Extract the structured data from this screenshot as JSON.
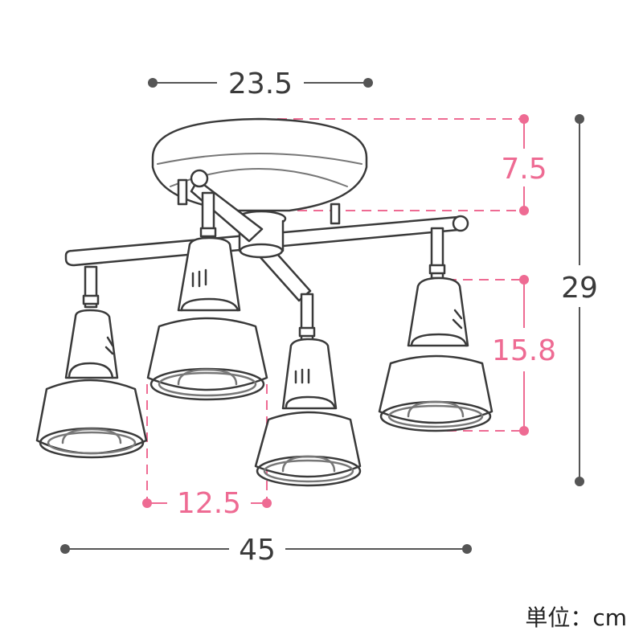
{
  "dimensions": {
    "top_width": "23.5",
    "canopy_height": "7.5",
    "total_height": "29",
    "shade_height": "15.8",
    "shade_width": "12.5",
    "total_width": "45"
  },
  "unit_label": "単位：cm",
  "colors": {
    "outline": "#3a3a3a",
    "fill": "#ffffff",
    "dark_dim": "#555555",
    "accent_dim": "#ee6b93",
    "inner_ring": "#777777"
  }
}
